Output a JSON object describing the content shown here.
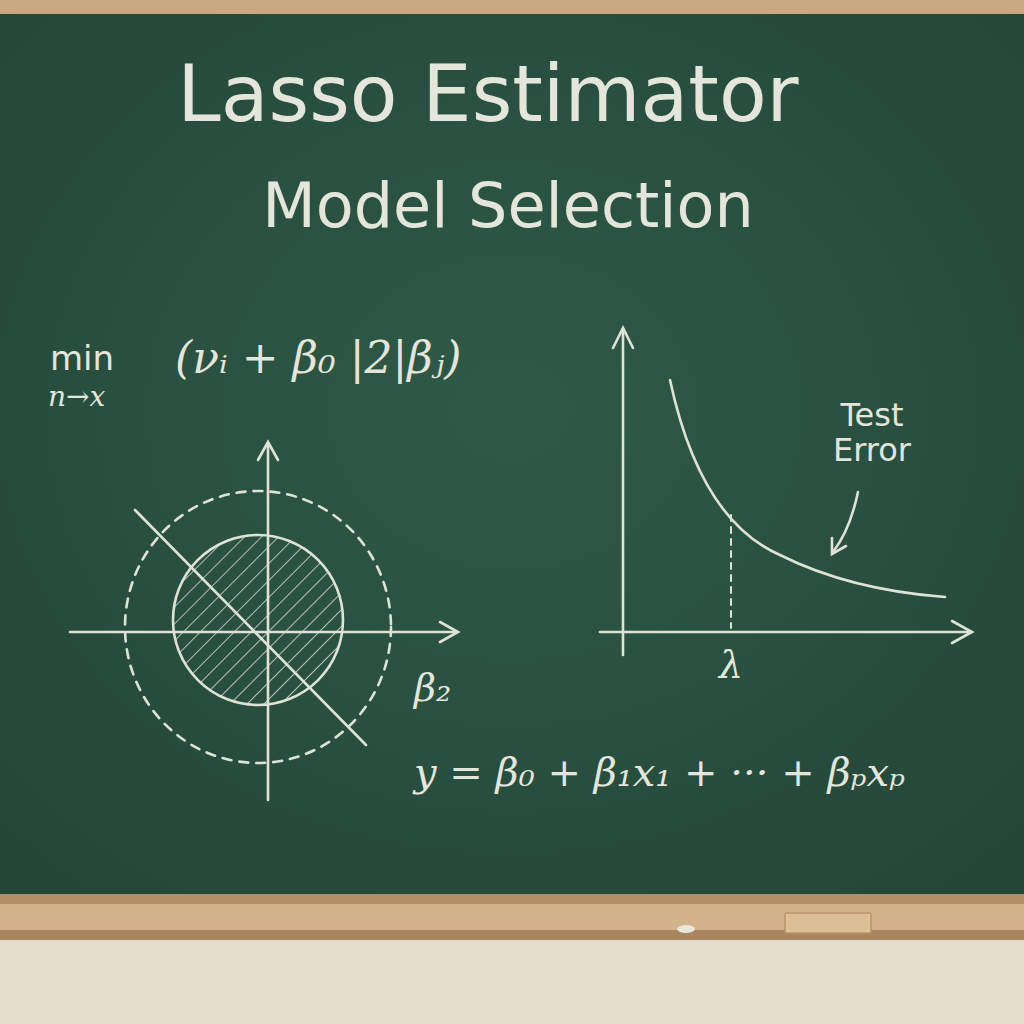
{
  "diagram": {
    "title": "Lasso Estimator",
    "labels": [
      "Model Selection",
      "min",
      "n→x",
      "(νᵢ + β₀ |2|βⱼ)",
      "β₂",
      "Test Error",
      "λ",
      "y = β₀ + β₁x₁ + ··· + βₚxₚ"
    ]
  }
}
